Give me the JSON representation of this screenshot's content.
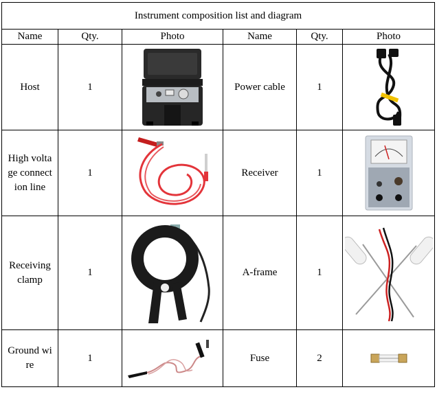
{
  "title": "Instrument composition list and diagram",
  "headers": [
    "Name",
    "Qty.",
    "Photo",
    "Name",
    "Qty.",
    "Photo"
  ],
  "rows": [
    {
      "left": {
        "name": "Host",
        "qty": "1",
        "photo": "host-case-icon"
      },
      "right": {
        "name": "Power cable",
        "qty": "1",
        "photo": "power-cable-icon"
      }
    },
    {
      "left": {
        "name": "High voltage connection line",
        "qty": "1",
        "photo": "red-clip-cable-icon"
      },
      "right": {
        "name": "Receiver",
        "qty": "1",
        "photo": "receiver-meter-icon"
      }
    },
    {
      "left": {
        "name": "Receiving clamp",
        "qty": "1",
        "photo": "clamp-icon"
      },
      "right": {
        "name": "A-frame",
        "qty": "1",
        "photo": "a-frame-probes-icon"
      }
    },
    {
      "left": {
        "name": "Ground wire",
        "qty": "1",
        "photo": "ground-wire-icon"
      },
      "right": {
        "name": "Fuse",
        "qty": "2",
        "photo": "fuse-icon"
      }
    }
  ]
}
